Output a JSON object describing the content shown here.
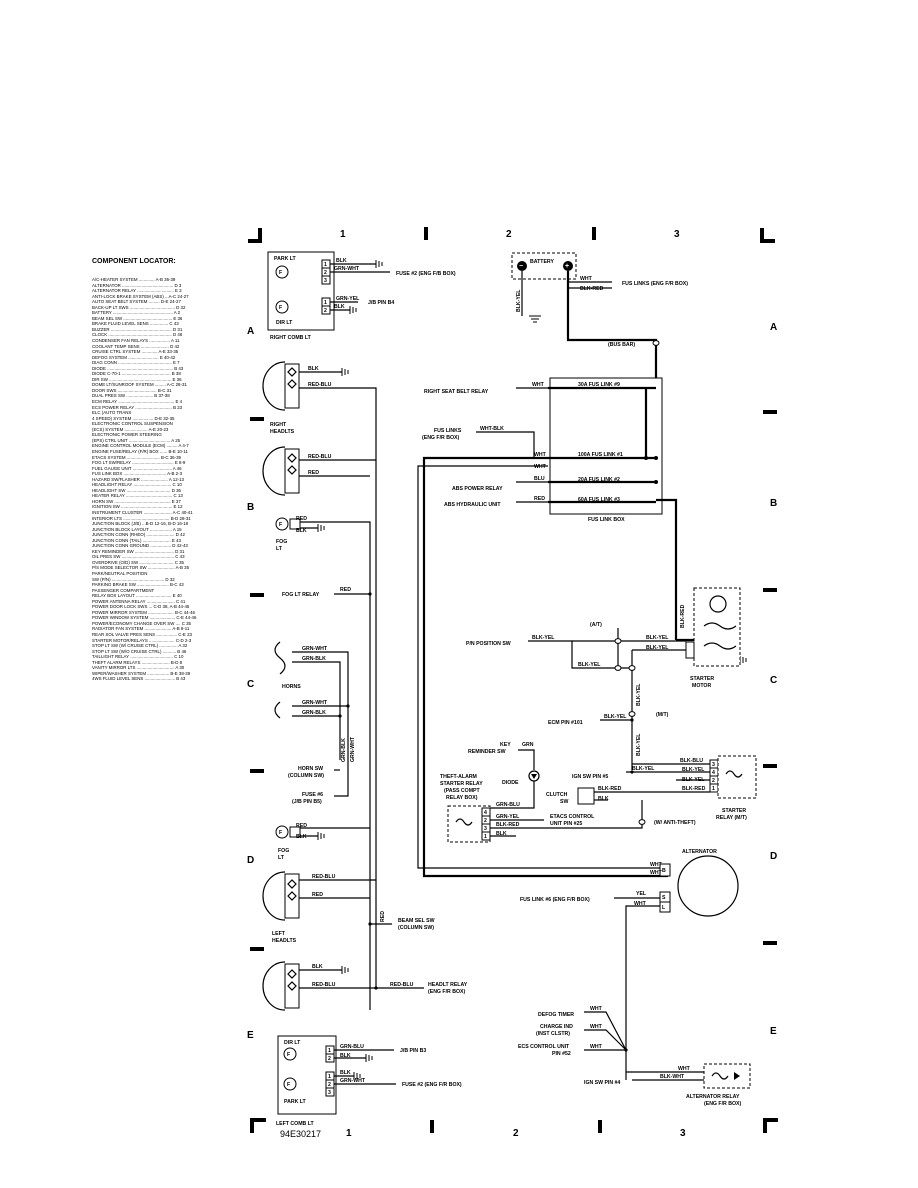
{
  "image_code": "94E30217",
  "grid": {
    "columns": [
      "1",
      "2",
      "3"
    ],
    "rows": [
      "A",
      "B",
      "C",
      "D",
      "E"
    ]
  },
  "locator": {
    "title": "COMPONENT LOCATOR:",
    "entries": [
      "A/C-HEATER SYSTEM ............. A-B 36-39",
      "ALTERNATOR .......................................... D 3",
      "ALTERNATOR RELAY .............................. E 3",
      "ANTI-LOCK BRAKE SYSTEM (ABS) ...A-C 24-27",
      "AUTO SEAT BELT SYSTEM ......... D-E 24-27",
      "BACK-UP LT SWS ..................................... D 32",
      "BATTERY ................................................. A 2",
      "BEAM SEL SW ........................................ E 36",
      "BRAKE FLUID LEVEL SENS ............... C 43",
      "BUZZER .................................................. D 31",
      "CLOCK .................................................... D 46",
      "CONDENSER FAN RELAYS ................. A 11",
      "COOLANT TEMP SENS ....................... D 42",
      "CRUISE CTRL SYSTEM ............. A-E 33-35",
      "DEFOG SYSTEM ......................... E 40-42",
      "DIAG CONN ............................................ E 7",
      "DIODE ...................................................... B 43",
      "DIODE C-70-1 ........................................ B 38",
      "DIR SW ................................................... E 36",
      "DOME LT/SUNROOF SYSTEM ......... A-C 28-31",
      "DOOR SWS ................................ B-C 31",
      "DUAL PRES SW ...................... B 37-38",
      "ECM RELAY .............................................. E 4",
      "ECS POWER RELAY .............................. B 23",
      "ELC (AUTO TRANS",
      "  4 SPEED) SYSTEM ................. D-E 32-35",
      "ELECTRONIC CONTROL SUSPENSION",
      "  (ECS) SYSTEM ................... A-E 20-23",
      "ELECTRONIC POWER STEERING",
      "  (EPS) CTRL UNIT .................................. A 25",
      "ENGINE CONTROL MODULE (ECM) ......... A 4-7",
      "ENGINE FUSE/RELAY (F/R) BOX ...... B-E 10-11",
      "ETACS SYSTEM ........................... B-C 36-39",
      "FOG LT SW/RELAY .................................. E 8-9",
      "FUEL GAUGE UNIT ................................ A 46",
      "FUS LINK BOX ................................... A-B 2-3",
      "HAZARD SW/FLASHER ...................... A 12-13",
      "HEADLIGHT RELAY ............................... C 10",
      "HEADLIGHT SW .................................... D 36",
      "HEATER RELAY ...................................... C 13",
      "HORN SW .............................................. E 37",
      "IGNITION SW .......................................... E 12",
      "INSTRUMENT CLUSTER ....................... A-C 40-41",
      "INTERIOR LTS ...................................... B-D 28-31",
      "JUNCTION BLOCK (J/B) ...B-D 12-16, B-D 16-18",
      "JUNCTION BLOCK LAYOUT .................. A 15",
      "JUNCTION CONN (RHEO) ....................... D 42",
      "JUNCTION CONN (TAIL) ....................... E 43",
      "JUNCTION CONN GROUND ................. D 42-43",
      "KEY REMINDER SW ................................ D 31",
      "OIL PRES SW ........................................... C 43",
      "OVERDRIVE (O/D) SW ............................ C 35",
      "P/S MODE SELECTOR SW ...................... A-B 35",
      "PARK/NEUTRAL POSITION",
      "  SW (P/N) ........................................... D 32",
      "PARKING BRAKE SW .......................... B-C 43",
      "PASSENGER COMPARTMENT",
      "  RELAY BOX LAYOUT ............................. E 40",
      "POWER ANTENNA RELAY ....................... C 41",
      "POWER DOOR LOCK SWS ... C-D 38, A-B 44-45",
      "POWER MIRROR SYSTEM ..................... B-C 44-46",
      "POWER WINDOW SYSTEM ..................... C-E 44-46",
      "POWER/ECONOMY CHANGE OVER SW .... C 35",
      "RADIATOR FAN SYSTEM ...................... A-B 8-11",
      "REAR SOL VALVE PRES SENS ................. C-E 23",
      "STARTER MOTOR/RELAYS ..................... C-D 2-3",
      "STOP LT SW (W/ CRUISE CTRL) ............... A 32",
      "STOP LT SW (W/O CRUISE CTRL) ........... B 46",
      "TAILLIGHT RELAY ................................... C 10",
      "THEFT ALARM RELAYS ....................... B-D 8",
      "VANITY MIRROR LTS ............................... A 30",
      "WIPER/WASHER SYSTEM .................. B-E 38-39",
      "4WS FLUID LEVEL SENS ......................... B 43"
    ]
  },
  "components": {
    "park_lt": "PARK LT",
    "dir_lt": "DIR LT",
    "right_comb_lt": "RIGHT COMB LT",
    "left_comb_lt": "LEFT COMB LT",
    "right_headlts": [
      "RIGHT",
      "HEADLTS"
    ],
    "left_headlts": [
      "LEFT",
      "HEADLTS"
    ],
    "fog_lt": [
      "FOG",
      "LT"
    ],
    "horns": "HORNS",
    "horn_sw": [
      "HORN SW",
      "(COLUMN SW)"
    ],
    "fuse_6": [
      "FUSE #6",
      "(J/B PIN B5)"
    ],
    "fog_lt_relay": "FOG LT RELAY",
    "beam_sel_sw": [
      "BEAM SEL SW",
      "(COLUMN SW)"
    ],
    "headlt_relay": [
      "HEADLT RELAY",
      "(ENG F/R BOX)"
    ],
    "fuse_2_top": "FUSE #2 (ENG F/B BOX)",
    "fuse_2_bottom": "FUSE #2 (ENG F/R BOX)",
    "jb_pin_b4": "J/B PIN B4",
    "jb_pin_b3": "J/B PIN B3",
    "battery": "BATTERY",
    "fus_links_top": "FUS LINKS (ENG F/R BOX)",
    "bus_bar": "(BUS BAR)",
    "right_seat_belt_relay": "RIGHT SEAT BELT RELAY",
    "fus_links_left": [
      "FUS LINKS",
      "(ENG F/R BOX)"
    ],
    "abs_power_relay": "ABS POWER RELAY",
    "abs_hydraulic_unit": "ABS HYDRAULIC UNIT",
    "fus_link_box": "FUS LINK BOX",
    "link_9": "30A FUS LINK #9",
    "link_1": "100A FUS LINK #1",
    "link_2": "20A FUS LINK #2",
    "link_3": "60A FUS LINK #3",
    "at": "(A/T)",
    "mt": "(M/T)",
    "pn_position_sw": "P/N POSITION SW",
    "starter_motor": [
      "STARTER",
      "MOTOR"
    ],
    "ecm_pin": "ECM PIN #101",
    "key_reminder_sw": [
      "KEY",
      "REMINDER SW"
    ],
    "diode": "DIODE",
    "theft_alarm_relay": [
      "THEFT-ALARM",
      "STARTER RELAY",
      "(PASS COMPT",
      "RELAY BOX)"
    ],
    "ign_sw_pin_5": "IGN SW PIN #5",
    "clutch_sw": [
      "CLUTCH",
      "SW"
    ],
    "etacs_control": [
      "ETACS CONTROL",
      "UNIT PIN #25"
    ],
    "w_anti_theft": "(W/ ANTI-THEFT)",
    "starter_relay": [
      "STARTER",
      "RELAY (M/T)"
    ],
    "alternator": "ALTERNATOR",
    "fus_link_6": "FUS LINK #6 (ENG F/R BOX)",
    "defog_timer": "DEFOG TIMER",
    "charge_ind": [
      "CHARGE IND",
      "(INST CLSTR)"
    ],
    "ecs_control_unit": [
      "ECS CONTROL UNIT",
      "PIN #52"
    ],
    "ign_sw_pin_4": "IGN SW PIN #4",
    "alternator_relay": [
      "ALTERNATOR RELAY",
      "(ENG F/R BOX)"
    ]
  },
  "wires": {
    "blk": "BLK",
    "grn_wht": "GRN-WHT",
    "grn_yel": "GRN-YEL",
    "red_blu": "RED-BLU",
    "red": "RED",
    "grn_blk": "GRN-BLK",
    "grn_blu": "GRN-BLU",
    "blk_yel": "BLK-YEL",
    "wht": "WHT",
    "blk_red": "BLK-RED",
    "wht_blk": "WHT-BLK",
    "blu": "BLU",
    "blk_blu": "BLK-BLU",
    "grn": "GRN",
    "yel": "YEL",
    "blk_wht": "BLK-WHT"
  },
  "pins": [
    "1",
    "2",
    "3",
    "4"
  ]
}
